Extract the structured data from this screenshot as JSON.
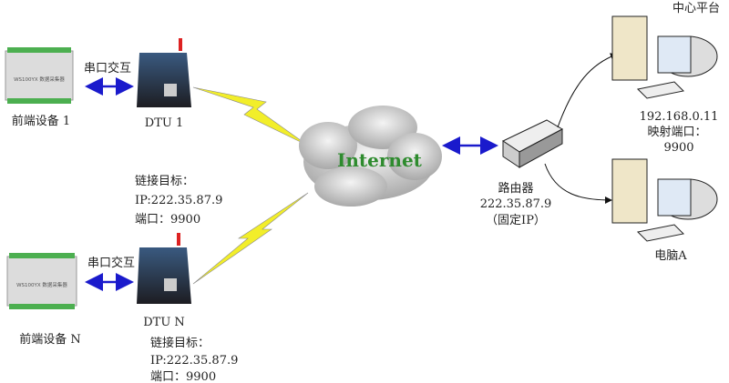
{
  "devices": {
    "front1": {
      "label": "前端设备 1",
      "panel_text": "WS100YX 数据采集器"
    },
    "frontN": {
      "label": "前端设备 N",
      "panel_text": "WS100YX 数据采集器"
    },
    "serial_label_1": "串口交互",
    "serial_label_n": "串口交互",
    "dtu1": {
      "label": "DTU 1"
    },
    "dtuN": {
      "label": "DTU N"
    }
  },
  "link_target_1": {
    "line1": "链接目标：",
    "line2": "IP:222.35.87.9",
    "line3": "端口：9900"
  },
  "link_target_n": {
    "line1": "链接目标：",
    "line2": "IP:222.35.87.9",
    "line3": "端口：9900"
  },
  "cloud": {
    "label": "Internet"
  },
  "router": {
    "line1": "路由器",
    "line2": "222.35.87.9",
    "line3": "（固定IP）"
  },
  "center": {
    "title": "中心平台",
    "line1": "192.168.0.11",
    "line2": "映射端口：",
    "line3": "9900"
  },
  "pc_a": {
    "label": "电脑A"
  },
  "colors": {
    "arrow": "#1a1acc",
    "lightning": "#f2ee2a",
    "internet_text": "#2e8b2e"
  }
}
